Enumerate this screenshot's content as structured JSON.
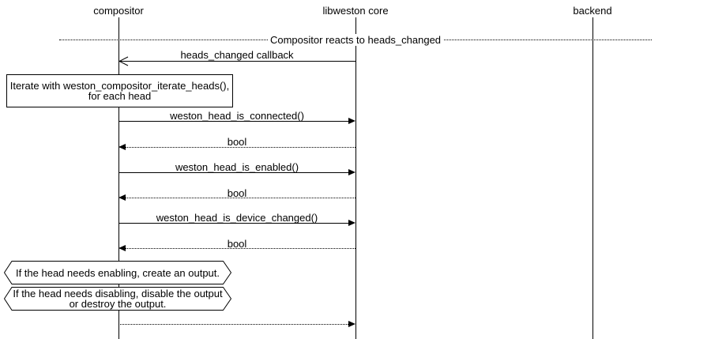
{
  "diagram": {
    "divider": {
      "label": "Compositor reacts to heads_changed"
    },
    "actors": [
      {
        "label": "compositor"
      },
      {
        "label": "libweston core"
      },
      {
        "label": "backend"
      }
    ],
    "note": {
      "text": "Iterate with weston_compositor_iterate_heads(), for each head"
    },
    "messages": [
      {
        "label": "heads_changed callback",
        "from": "libweston core",
        "to": "compositor",
        "style": "callback"
      },
      {
        "label": "weston_head_is_connected()",
        "from": "compositor",
        "to": "libweston core",
        "style": "call"
      },
      {
        "label": "bool",
        "from": "libweston core",
        "to": "compositor",
        "style": "return"
      },
      {
        "label": "weston_head_is_enabled()",
        "from": "compositor",
        "to": "libweston core",
        "style": "call"
      },
      {
        "label": "bool",
        "from": "libweston core",
        "to": "compositor",
        "style": "return"
      },
      {
        "label": "weston_head_is_device_changed()",
        "from": "compositor",
        "to": "libweston core",
        "style": "call"
      },
      {
        "label": "bool",
        "from": "libweston core",
        "to": "compositor",
        "style": "return"
      },
      {
        "label": "",
        "from": "compositor",
        "to": "libweston core",
        "style": "return"
      }
    ],
    "conditions": [
      {
        "text": "If the head needs enabling, create an output."
      },
      {
        "text": "If the head needs disabling, disable the output or destroy the output."
      }
    ]
  }
}
